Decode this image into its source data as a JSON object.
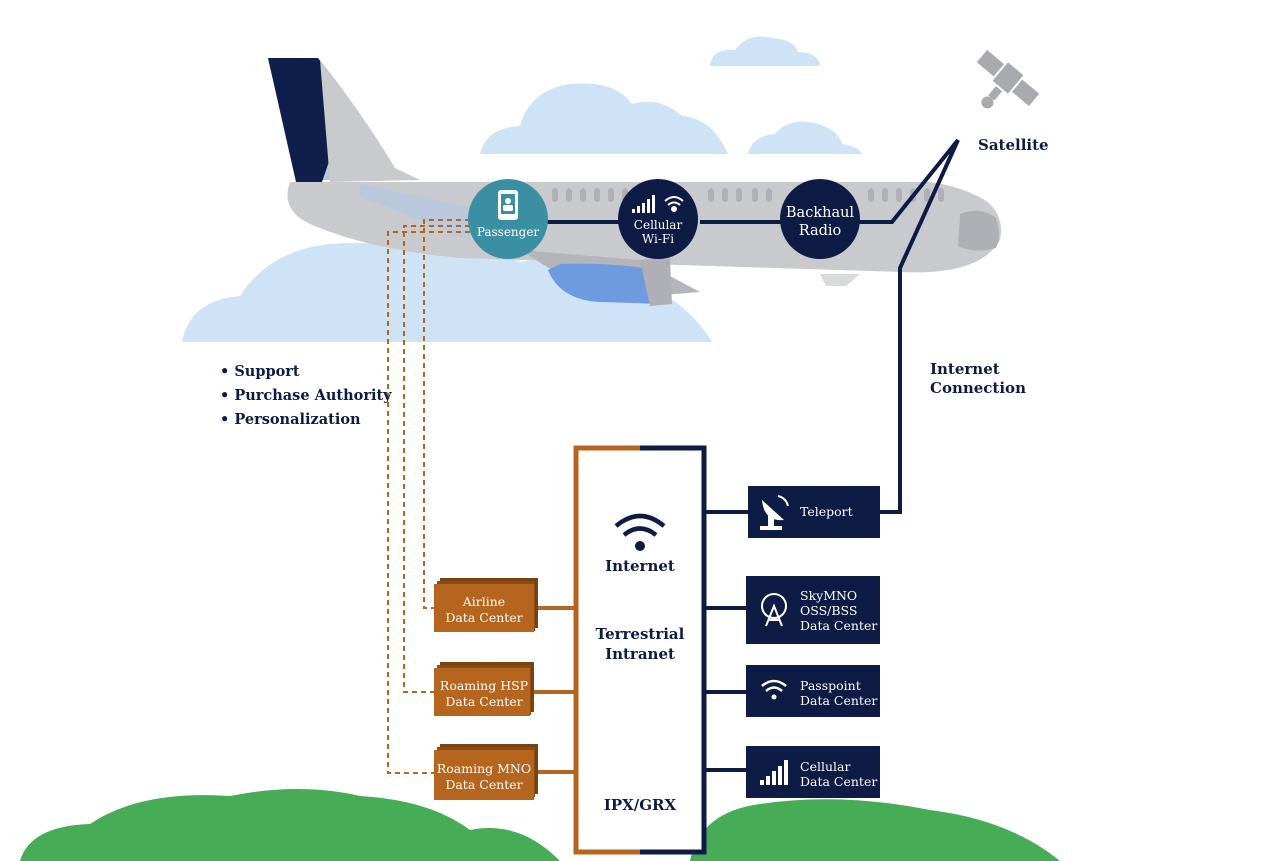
{
  "satellite_label": "Satellite",
  "internet_connection_label": "Internet\nConnection",
  "bullets": [
    "Support",
    "Purchase Authority",
    "Personalization"
  ],
  "plane_nodes": {
    "passenger": "Passenger",
    "cellular_wifi": "Cellular\nWi-Fi",
    "backhaul_radio": "Backhaul\nRadio"
  },
  "network": {
    "internet": "Internet",
    "terrestrial_intranet": "Terrestrial\nIntranet",
    "ipx_grx": "IPX/GRX"
  },
  "left_data_centers": [
    "Airline\nData Center",
    "Roaming HSP\nData Center",
    "Roaming MNO\nData Center"
  ],
  "right_boxes": {
    "teleport": "Teleport",
    "skymno": "SkyMNO\nOSS/BSS\nData Center",
    "passpoint": "Passpoint\nData Center",
    "cellular": "Cellular\nData Center"
  },
  "colors": {
    "navy": "#0d1b45",
    "orange": "#b5651d",
    "teal": "#3b8fa3",
    "sky": "#cfe3f7",
    "grass": "#46ad56",
    "fuselage": "#c9cacd"
  }
}
